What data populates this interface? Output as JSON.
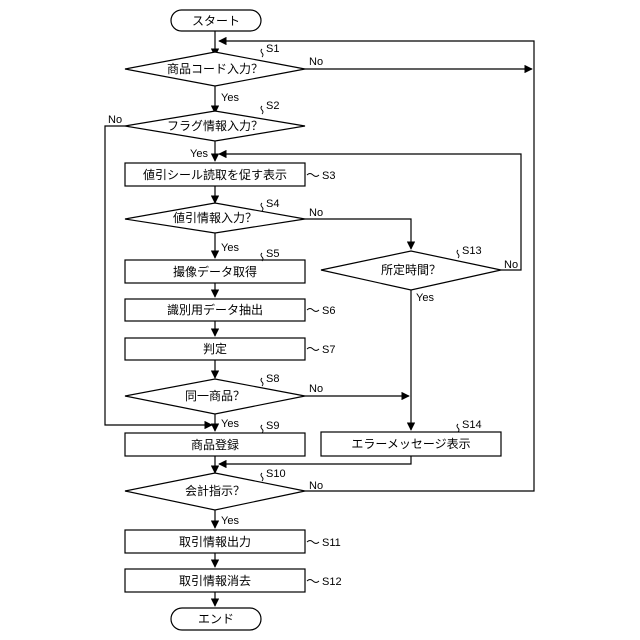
{
  "nodes": {
    "start": "スタート",
    "s1": "商品コード入力？",
    "s2": "フラグ情報入力？",
    "s3": "値引シール読取を促す表示",
    "s4": "値引情報入力？",
    "s5": "撮像データ取得",
    "s6": "識別用データ抽出",
    "s7": "判定",
    "s8": "同一商品？",
    "s9": "商品登録",
    "s10": "会計指示？",
    "s11": "取引情報出力",
    "s12": "取引情報消去",
    "s13": "所定時間？",
    "s14": "エラーメッセージ表示",
    "end": "エンド"
  },
  "steps": {
    "s1": "S1",
    "s2": "S2",
    "s3": "S3",
    "s4": "S4",
    "s5": "S5",
    "s6": "S6",
    "s7": "S7",
    "s8": "S8",
    "s9": "S9",
    "s10": "S10",
    "s11": "S11",
    "s12": "S12",
    "s13": "S13",
    "s14": "S14"
  },
  "branch_labels": {
    "yes": "Yes",
    "no": "No"
  }
}
